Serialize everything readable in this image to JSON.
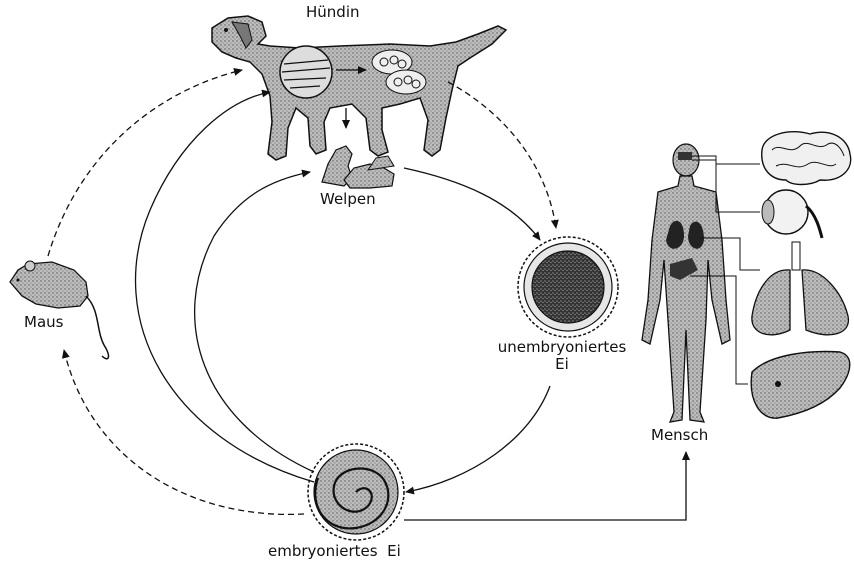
{
  "labels": {
    "huendin": "Hündin",
    "welpen": "Welpen",
    "maus": "Maus",
    "unembryoniertes_line1": "unembryoniertes",
    "unembryoniertes_line2": "Ei",
    "embryoniertes": "embryoniertes  Ei",
    "mensch": "Mensch"
  },
  "colors": {
    "ink": "#111111",
    "fill": "#9a9a9a",
    "dark": "#2a2a2a"
  }
}
